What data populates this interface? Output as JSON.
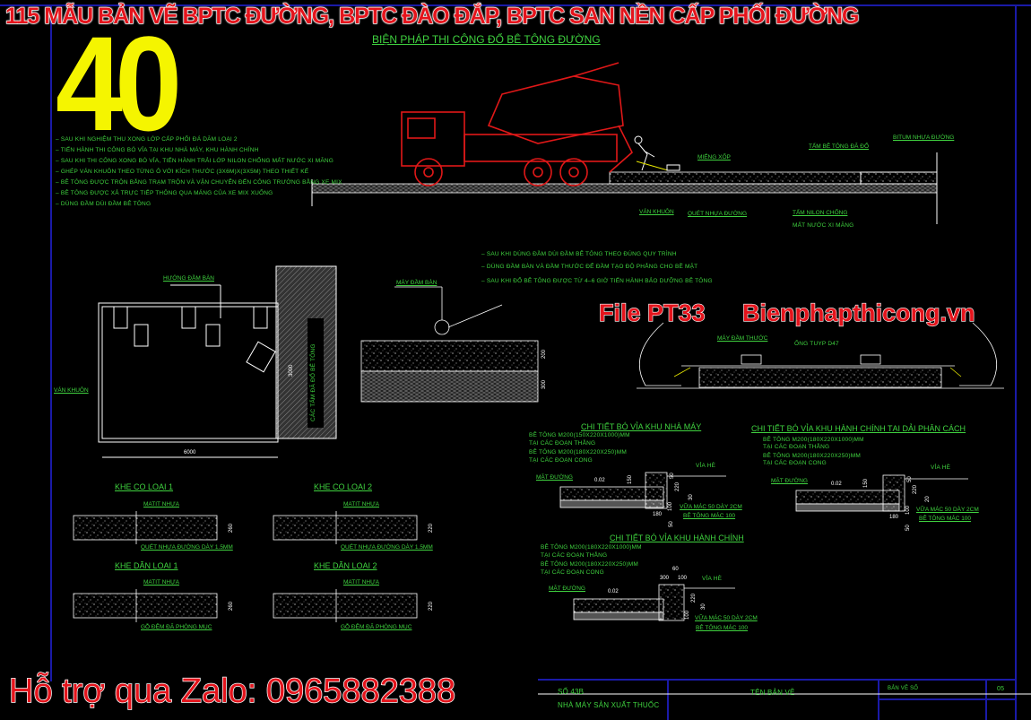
{
  "banner": "115 MẪU BẢN VẼ BPTC ĐƯỜNG, BPTC ĐÀO ĐẮP, BPTC SAN NỀN CẤP PHỐI ĐƯỜNG",
  "badge_number": "40",
  "drawing_title": "BIỆN PHÁP THI CÔNG ĐỔ BÊ TÔNG ĐƯỜNG",
  "notes_left": [
    "– SAU KHI NGHIỆM THU XONG LỚP CẤP PHỐI ĐÁ DĂM LOẠI 2",
    "– TIẾN HÀNH THI CÔNG BÓ VỈA TẠI KHU NHÀ MÁY, KHU HÀNH CHÍNH",
    "– SAU KHI THI CÔNG XONG BÓ VỈA, TIẾN HÀNH TRẢI LỚP NILON CHỐNG MẤT NƯỚC XI MĂNG",
    "– GHÉP VÁN KHUÔN THEO TỪNG Ô VỚI KÍCH THƯỚC (3X6M)X(3X5M) THEO THIẾT KẾ",
    "– BÊ TÔNG ĐƯỢC TRỘN BẰNG TRẠM TRỘN VÀ VẬN CHUYỂN ĐẾN CÔNG TRƯỜNG BẰNG XE MIX",
    "– BÊ TÔNG ĐƯỢC XẢ TRỰC TIẾP THÔNG QUA MÁNG CỦA XE MIX XUỐNG",
    "– DÙNG ĐẦM DÙI ĐẦM BÊ TÔNG"
  ],
  "road_section": {
    "mieng_xop": "MIẾNG XỐP",
    "tam_be_tong": "TẤM BÊ TÔNG ĐÃ ĐỔ",
    "bitum": "BITUM NHỰA ĐƯỜNG",
    "van_khuon": "VÁN KHUÔN",
    "quet_nhua": "QUÉT NHỰA ĐƯỜNG",
    "nilon_1": "TẤM NILON CHỐNG",
    "nilon_2": "MẤT NƯỚC XI MĂNG"
  },
  "notes_mid": [
    "– SAU KHI DÙNG ĐẦM DÙI ĐẦM BÊ TÔNG THEO ĐÚNG QUY TRÌNH",
    "– DÙNG ĐẦM BÀN VÀ ĐẦM THƯỚC ĐỂ ĐẦM TẠO ĐỘ PHẲNG CHO BỀ MẶT",
    "– SAU KHI ĐỔ BÊ TÔNG ĐƯỢC TỪ 4–6 GIỜ TIẾN HÀNH BẢO DƯỠNG BÊ TÔNG"
  ],
  "plan": {
    "huong_dam": "HƯỚNG ĐẦM BÀN",
    "van_khuon": "VÁN KHUÔN",
    "dim_w": "6000",
    "dim_h": "3000",
    "slabs_done": "CÁC TẤM ĐÃ ĐỔ BÊ TÔNG"
  },
  "slab_section": {
    "may_dam_ban": "MÁY ĐẦM BÀN",
    "dim_1": "200",
    "dim_2": "300"
  },
  "watermark": {
    "file": "File PT33",
    "site": "Bienphapthicong.vn"
  },
  "screed": {
    "may_dam_thuoc": "MÁY ĐẦM THƯỚC",
    "ong_tuyp": "ỐNG TUYP D47"
  },
  "curb_details": [
    {
      "title": "CHI TIẾT BÓ VỈA KHU NHÀ MÁY",
      "spec_1a": "BÊ TÔNG M200(150X220X1000)MM",
      "spec_1b": "TẠI CÁC ĐOẠN THẲNG",
      "spec_2a": "BÊ TÔNG M200(180X220X250)MM",
      "spec_2b": "TẠI CÁC ĐOẠN CONG",
      "mat_duong": "MẶT ĐƯỜNG",
      "via_he": "VỈA HÈ",
      "slope": "0.02",
      "vua": "VỮA MÁC 50 DÀY 2CM",
      "bt": "BÊ TÔNG MÁC 100",
      "dims": [
        "150",
        "220",
        "100",
        "30",
        "180",
        "50",
        "50"
      ]
    },
    {
      "title": "CHI TIẾT BÓ VỈA KHU HÀNH CHÍNH TẠI DẢI PHÂN CÁCH",
      "spec_1a": "BÊ TÔNG M200(180X220X1000)MM",
      "spec_1b": "TẠI CÁC ĐOẠN THẲNG",
      "spec_2a": "BÊ TÔNG M200(180X220X250)MM",
      "spec_2b": "TẠI CÁC ĐOẠN CONG",
      "mat_duong": "MẶT ĐƯỜNG",
      "via_he": "VỈA HÈ",
      "slope": "0.02",
      "vua": "VỮA MÁC 50 DÀY 2CM",
      "bt": "BÊ TÔNG MÁC 100",
      "dims": [
        "150",
        "220",
        "100",
        "20",
        "180",
        "50",
        "50"
      ]
    },
    {
      "title": "CHI TIẾT BÓ VỈA KHU HÀNH CHÍNH",
      "spec_1a": "BÊ TÔNG M200(180X220X1000)MM",
      "spec_1b": "TẠI CÁC ĐOẠN THẲNG",
      "spec_2a": "BÊ TÔNG M200(180X220X250)MM",
      "spec_2b": "TẠI CÁC ĐOẠN CONG",
      "mat_duong": "MẶT ĐƯỜNG",
      "via_he": "VỈA HÈ",
      "slope": "0.02",
      "vua": "VỮA MÁC 50 DÀY 2CM",
      "bt": "BÊ TÔNG MÁC 100",
      "dims": [
        "300",
        "100",
        "60",
        "220",
        "100",
        "30"
      ]
    }
  ],
  "joints": [
    {
      "title": "KHE CO LOẠI 1",
      "top": "MATIT NHỰA",
      "bottom": "QUÉT NHỰA ĐƯỜNG DÀY 1.5MM",
      "depth": "260"
    },
    {
      "title": "KHE CO LOẠI 2",
      "top": "MATIT NHỰA",
      "bottom": "QUÉT NHỰA ĐƯỜNG DÀY 1.5MM",
      "depth": "220"
    },
    {
      "title": "KHE DÃN LOẠI 1",
      "top": "MATIT NHỰA",
      "bottom": "GỖ ĐỆM ĐÃ PHÒNG MỤC",
      "depth": "260"
    },
    {
      "title": "KHE DÃN LOẠI 2",
      "top": "MATIT NHỰA",
      "bottom": "GỖ ĐỆM ĐÃ PHÒNG MỤC",
      "depth": "220"
    }
  ],
  "support": "Hỗ trợ qua Zalo: 0965882388",
  "title_block": {
    "address": "SỐ 43B",
    "project": "NHÀ MÁY SẢN XUẤT THUỐC",
    "drawing_name_label": "TÊN BẢN VẼ",
    "drawing_no_label": "BẢN VẼ SỐ",
    "drawing_no": "05"
  },
  "colors": {
    "background": "#000000",
    "cad_text": "#3fd23f",
    "frame": "#1a1aa8",
    "truck": "#e01818",
    "overlay_red": "#e4141c",
    "badge": "#f5f500"
  }
}
